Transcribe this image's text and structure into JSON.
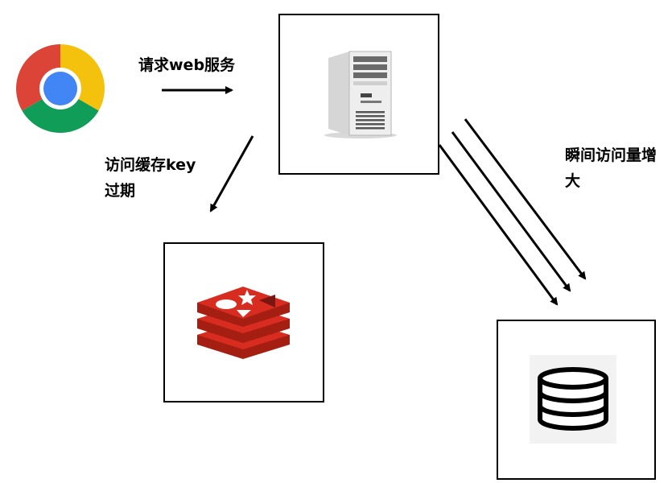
{
  "labels": {
    "request": "请求web服务",
    "cache_line1": "访问缓存key",
    "cache_line2": "过期",
    "spike_line1": "瞬间访问量增",
    "spike_line2": "大"
  },
  "icons": {
    "browser": "chrome-icon",
    "server": "server-tower-icon",
    "cache": "redis-icon",
    "database": "database-icon"
  },
  "colors": {
    "redis": "#d82c20",
    "chrome_red": "#db4437",
    "chrome_yellow": "#f4c20d",
    "chrome_green": "#0f9d58",
    "chrome_blue": "#4285f4"
  }
}
